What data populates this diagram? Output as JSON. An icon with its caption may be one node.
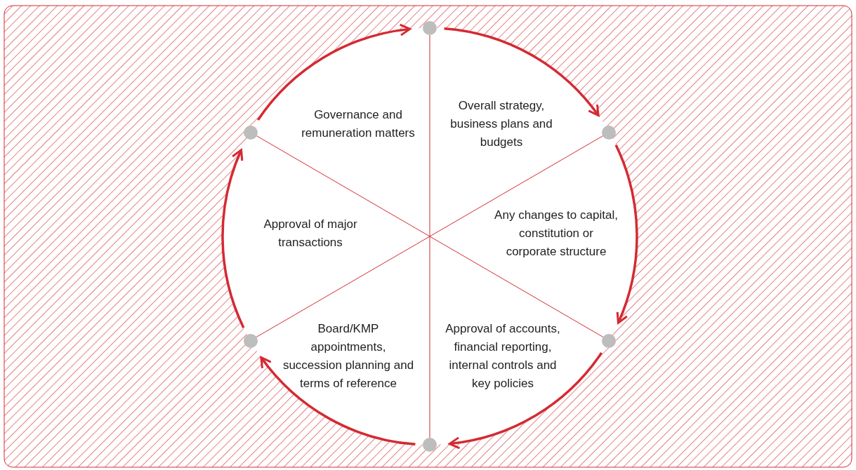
{
  "diagram": {
    "nodes": [
      {
        "text": [],
        "shape": "circle"
      },
      {
        "text": [],
        "shape": "circle"
      },
      {
        "text": [],
        "shape": "circle"
      },
      {
        "text": [],
        "shape": "circle"
      },
      {
        "text": [],
        "shape": "circle"
      },
      {
        "text": [],
        "shape": "circle"
      }
    ],
    "edges": [
      {
        "from": 0,
        "to": 1,
        "arrow": "to"
      },
      {
        "from": 1,
        "to": 2,
        "arrow": "to"
      },
      {
        "from": 2,
        "to": 3,
        "arrow": "to"
      },
      {
        "from": 3,
        "to": 4,
        "arrow": "to"
      },
      {
        "from": 4,
        "to": 5,
        "arrow": "to"
      },
      {
        "from": 5,
        "to": 0,
        "arrow": "to"
      },
      {
        "from": 0,
        "to": 3,
        "arrow": "none"
      },
      {
        "from": 1,
        "to": 4,
        "arrow": "none"
      },
      {
        "from": 5,
        "to": 2,
        "arrow": "none"
      }
    ],
    "labels": [
      "Governance and remuneration matters",
      "Overall strategy, business plans and budgets",
      "Approval of major transactions",
      "Any changes to capital, constitution or corporate structure",
      "Board/KMP appointments, succession planning and terms of reference",
      "Approval of accounts, financial reporting, internal controls and key policies"
    ]
  }
}
